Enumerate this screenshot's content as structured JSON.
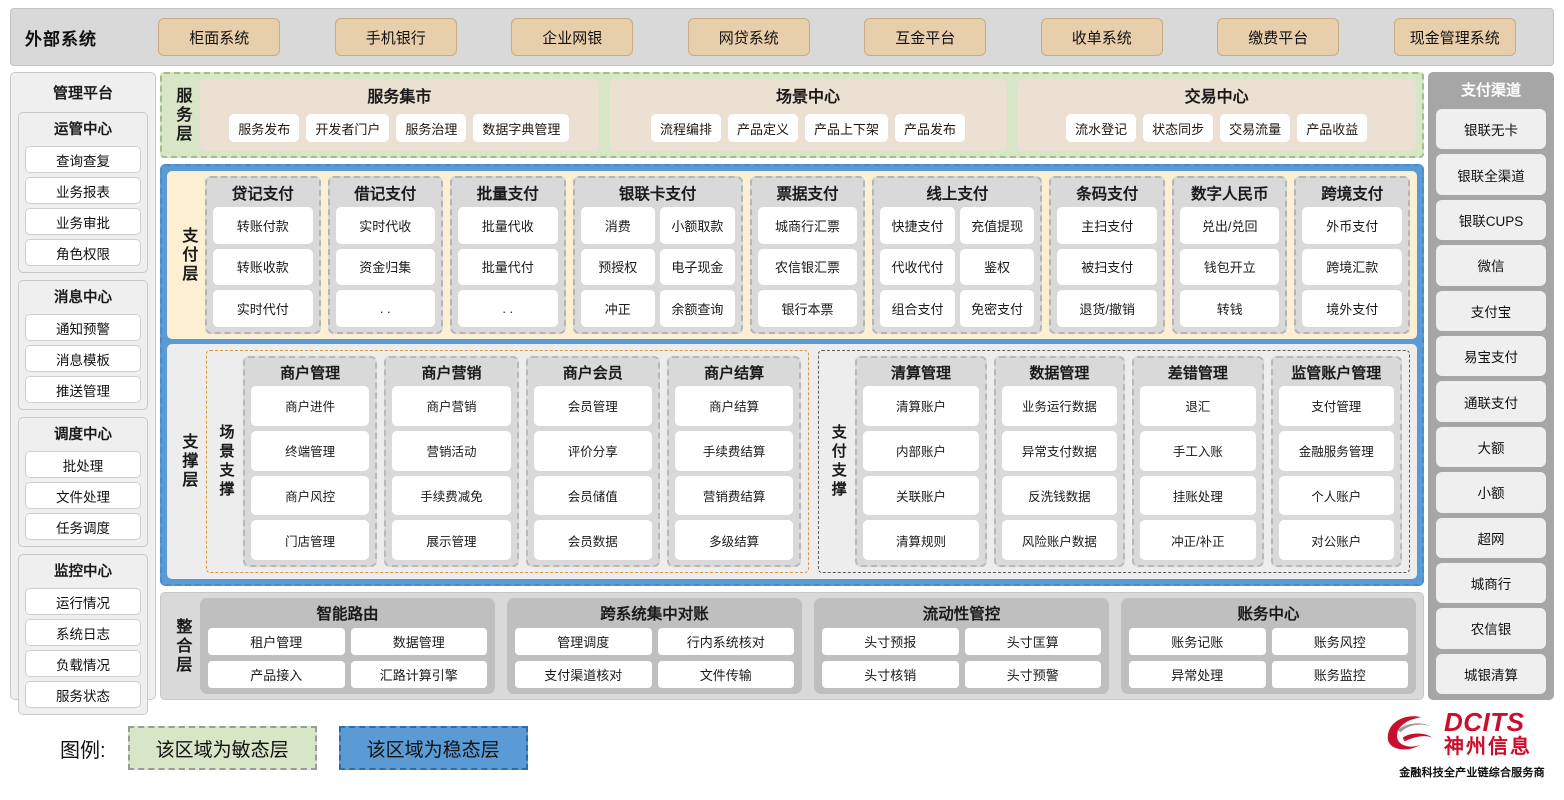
{
  "external": {
    "title": "外部系统",
    "items": [
      "柜面系统",
      "手机银行",
      "企业网银",
      "网贷系统",
      "互金平台",
      "收单系统",
      "缴费平台",
      "现金管理系统"
    ]
  },
  "management": {
    "title": "管理平台",
    "groups": [
      {
        "title": "运管中心",
        "items": [
          "查询查复",
          "业务报表",
          "业务审批",
          "角色权限"
        ]
      },
      {
        "title": "消息中心",
        "items": [
          "通知预警",
          "消息模板",
          "推送管理"
        ]
      },
      {
        "title": "调度中心",
        "items": [
          "批处理",
          "文件处理",
          "任务调度"
        ]
      },
      {
        "title": "监控中心",
        "items": [
          "运行情况",
          "系统日志",
          "负载情况",
          "服务状态"
        ]
      }
    ]
  },
  "service_layer": {
    "tag": "服务层",
    "groups": [
      {
        "title": "服务集市",
        "items": [
          "服务发布",
          "开发者门户",
          "服务治理",
          "数据字典管理"
        ]
      },
      {
        "title": "场景中心",
        "items": [
          "流程编排",
          "产品定义",
          "产品上下架",
          "产品发布"
        ]
      },
      {
        "title": "交易中心",
        "items": [
          "流水登记",
          "状态同步",
          "交易流量",
          "产品收益"
        ]
      }
    ]
  },
  "payment_layer": {
    "tag": "支付层",
    "columns": [
      {
        "title": "贷记支付",
        "cols": 1,
        "items": [
          "转账付款",
          "转账收款",
          "实时代付"
        ]
      },
      {
        "title": "借记支付",
        "cols": 1,
        "items": [
          "实时代收",
          "资金归集",
          ". ."
        ]
      },
      {
        "title": "批量支付",
        "cols": 1,
        "items": [
          "批量代收",
          "批量代付",
          ". ."
        ]
      },
      {
        "title": "银联卡支付",
        "cols": 2,
        "items": [
          "消费",
          "小额取款",
          "预授权",
          "电子现金",
          "冲正",
          "余额查询"
        ]
      },
      {
        "title": "票据支付",
        "cols": 1,
        "items": [
          "城商行汇票",
          "农信银汇票",
          "银行本票"
        ]
      },
      {
        "title": "线上支付",
        "cols": 2,
        "items": [
          "快捷支付",
          "充值提现",
          "代收代付",
          "鉴权",
          "组合支付",
          "免密支付"
        ]
      },
      {
        "title": "条码支付",
        "cols": 1,
        "items": [
          "主扫支付",
          "被扫支付",
          "退货/撤销"
        ]
      },
      {
        "title": "数字人民币",
        "cols": 1,
        "items": [
          "兑出/兑回",
          "钱包开立",
          "转钱"
        ]
      },
      {
        "title": "跨境支付",
        "cols": 1,
        "items": [
          "外币支付",
          "跨境汇款",
          "境外支付"
        ]
      }
    ]
  },
  "support_layer": {
    "tag": "支撑层",
    "zones": [
      {
        "tag": "场景支撑",
        "columns": [
          {
            "title": "商户管理",
            "items": [
              "商户进件",
              "终端管理",
              "商户风控",
              "门店管理"
            ]
          },
          {
            "title": "商户营销",
            "items": [
              "商户营销",
              "营销活动",
              "手续费减免",
              "展示管理"
            ]
          },
          {
            "title": "商户会员",
            "items": [
              "会员管理",
              "评价分享",
              "会员储值",
              "会员数据"
            ]
          },
          {
            "title": "商户结算",
            "items": [
              "商户结算",
              "手续费结算",
              "营销费结算",
              "多级结算"
            ]
          }
        ]
      },
      {
        "tag": "支付支撑",
        "columns": [
          {
            "title": "清算管理",
            "items": [
              "清算账户",
              "内部账户",
              "关联账户",
              "清算规则"
            ]
          },
          {
            "title": "数据管理",
            "items": [
              "业务运行数据",
              "异常支付数据",
              "反洗钱数据",
              "风险账户数据"
            ]
          },
          {
            "title": "差错管理",
            "items": [
              "退汇",
              "手工入账",
              "挂账处理",
              "冲正/补正"
            ]
          },
          {
            "title": "监管账户管理",
            "items": [
              "支付管理",
              "金融服务管理",
              "个人账户",
              "对公账户"
            ]
          }
        ]
      }
    ]
  },
  "integration_layer": {
    "tag": "整合层",
    "groups": [
      {
        "title": "智能路由",
        "items": [
          "租户管理",
          "数据管理",
          "产品接入",
          "汇路计算引擎"
        ]
      },
      {
        "title": "跨系统集中对账",
        "items": [
          "管理调度",
          "行内系统核对",
          "支付渠道核对",
          "文件传输"
        ]
      },
      {
        "title": "流动性管控",
        "items": [
          "头寸预报",
          "头寸匡算",
          "头寸核销",
          "头寸预警"
        ]
      },
      {
        "title": "账务中心",
        "items": [
          "账务记账",
          "账务风控",
          "异常处理",
          "账务监控"
        ]
      }
    ]
  },
  "channels": {
    "title": "支付渠道",
    "items": [
      "银联无卡",
      "银联全渠道",
      "银联CUPS",
      "微信",
      "支付宝",
      "易宝支付",
      "通联支付",
      "大额",
      "小额",
      "超网",
      "城商行",
      "农信银",
      "城银清算"
    ]
  },
  "legend": {
    "label": "图例:",
    "agile": "该区域为敏态层",
    "stable": "该区域为稳态层"
  },
  "logo": {
    "en": "DCITS",
    "cn": "神州信息",
    "slogan": "金融科技全产业链综合服务商"
  },
  "colors": {
    "agile_green": "#d6e6c6",
    "stable_blue": "#5b9bd5",
    "payment_cream": "#fdf0d2",
    "external_chip": "#e8cfac",
    "logo_red": "#c8102e"
  }
}
